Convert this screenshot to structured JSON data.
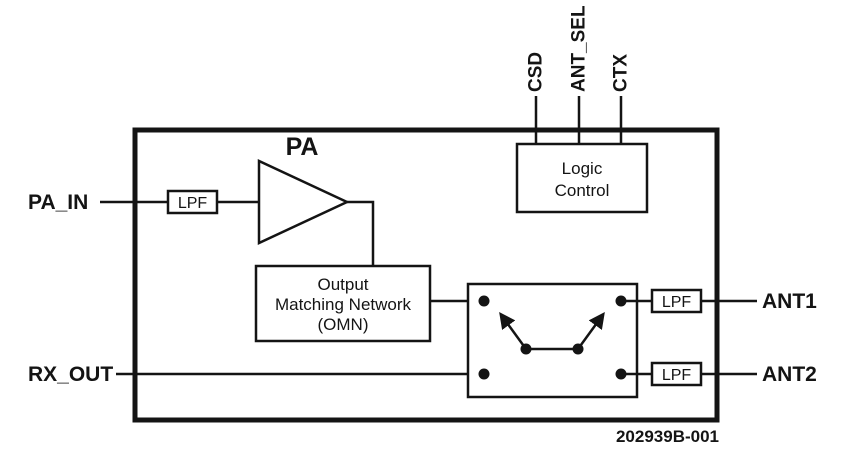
{
  "diagram": {
    "figure_code": "202939B-001",
    "colors": {
      "ink": "#141414",
      "figure_code": "#9b1c1c"
    },
    "ports": {
      "pa_in": "PA_IN",
      "rx_out": "RX_OUT",
      "ant1": "ANT1",
      "ant2": "ANT2",
      "csd": "CSD",
      "ant_sel": "ANT_SEL",
      "ctx": "CTX"
    },
    "blocks": {
      "pa": "PA",
      "lpf_input": "LPF",
      "lpf_ant1": "LPF",
      "lpf_ant2": "LPF",
      "logic": {
        "line1": "Logic",
        "line2": "Control"
      },
      "omn": {
        "line1": "Output",
        "line2": "Matching Network",
        "line3": "(OMN)"
      }
    }
  }
}
